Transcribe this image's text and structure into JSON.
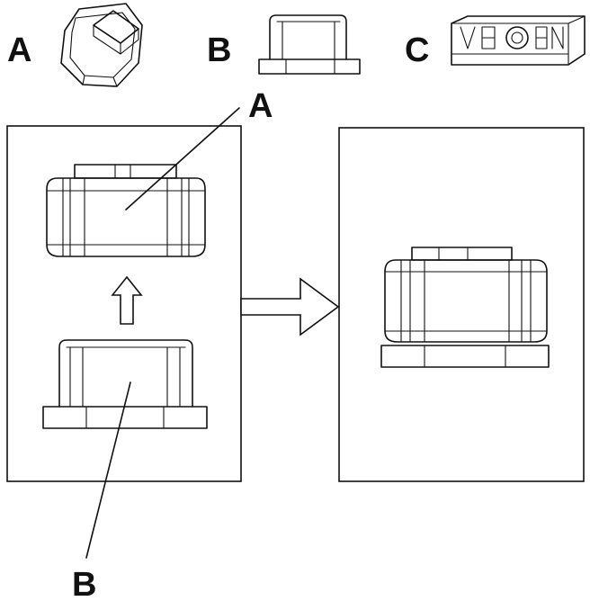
{
  "labels": {
    "part_a": "A",
    "part_b": "B",
    "part_c": "C",
    "callout_a": "A",
    "callout_b": "B"
  },
  "colors": {
    "stroke": "#111111",
    "background": "#ffffff"
  }
}
